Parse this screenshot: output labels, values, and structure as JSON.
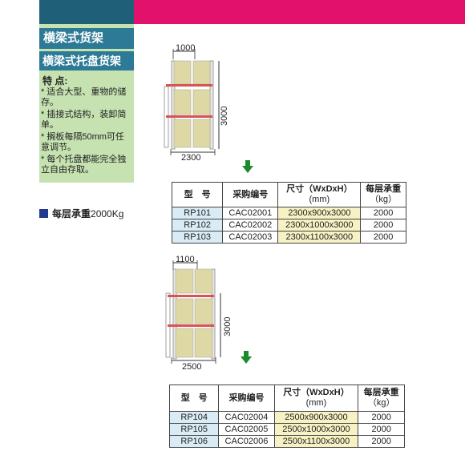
{
  "header": {
    "title": "横梁式货架",
    "subtitle": "横梁式托盘货架"
  },
  "features": {
    "heading": "特 点:",
    "items": [
      "* 适合大型、重物的储存。",
      "* 插接式结构，装卸简单。",
      "* 搁板每隔50mm可任意调节。",
      "* 每个托盘都能完全独立自由存取。"
    ]
  },
  "load": {
    "label": "每层承重",
    "value": "2000Kg"
  },
  "diagram1": {
    "depth": "1000",
    "width": "2300",
    "height": "3000"
  },
  "diagram2": {
    "depth": "1100",
    "width": "2500",
    "height": "3000"
  },
  "table_headers": {
    "model": "型　号",
    "code": "采购编号",
    "size": "尺寸（WxDxH）",
    "size_unit": "(mm)",
    "load": "每层承重",
    "load_unit": "（kg）"
  },
  "table1": {
    "rows": [
      {
        "model": "RP101",
        "code": "CAC02001",
        "size": "2300x900x3000",
        "load": "2000"
      },
      {
        "model": "RP102",
        "code": "CAC02002",
        "size": "2300x1000x3000",
        "load": "2000"
      },
      {
        "model": "RP103",
        "code": "CAC02003",
        "size": "2300x1100x3000",
        "load": "2000"
      }
    ]
  },
  "table2": {
    "rows": [
      {
        "model": "RP104",
        "code": "CAC02004",
        "size": "2500x900x3000",
        "load": "2000"
      },
      {
        "model": "RP105",
        "code": "CAC02005",
        "size": "2500x1000x3000",
        "load": "2000"
      },
      {
        "model": "RP106",
        "code": "CAC02006",
        "size": "2500x1100x3000",
        "load": "2000"
      }
    ]
  },
  "colors": {
    "banner_teal": "#1f5f78",
    "banner_magenta": "#e2126c",
    "sidebar_green": "#c6e2b1",
    "title_blue": "#2d7a96",
    "arrow_green": "#1b8a2e",
    "beam_red": "#d9534f",
    "pallet_khaki": "#ddd8a4"
  }
}
